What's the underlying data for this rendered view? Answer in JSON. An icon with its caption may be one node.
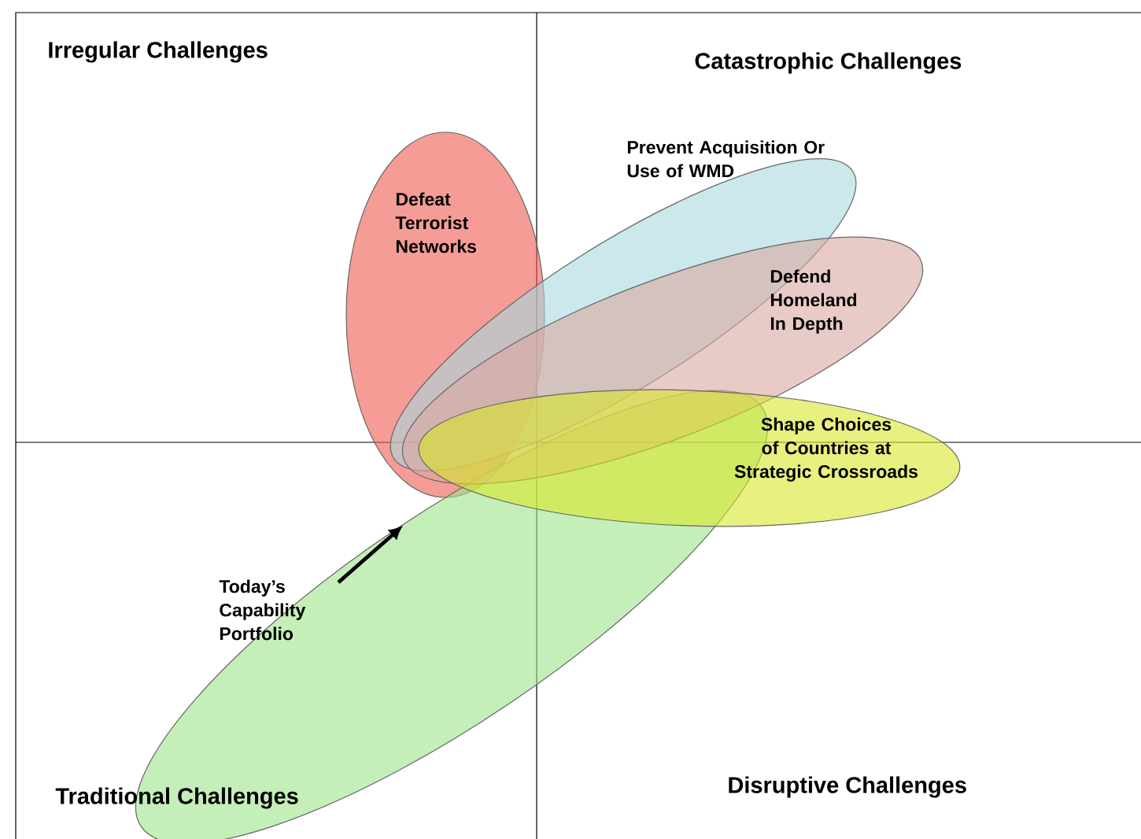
{
  "diagram": {
    "nodes": [
      {
        "text": [
          "Defeat Terrorist Networks"
        ]
      },
      {
        "text": [
          "Today’s Capability Portfolio"
        ]
      },
      {
        "text": [
          "Prevent Acquisition Or Use of WMD"
        ]
      },
      {
        "text": [
          "Defend Homeland In Depth"
        ]
      },
      {
        "text": [
          "Shape Choices of Countries at Strategic Crossroads"
        ]
      }
    ],
    "labels": [
      "Irregular Challenges",
      "Catastrophic Challenges",
      "Traditional Challenges",
      "Disruptive Challenges"
    ]
  }
}
